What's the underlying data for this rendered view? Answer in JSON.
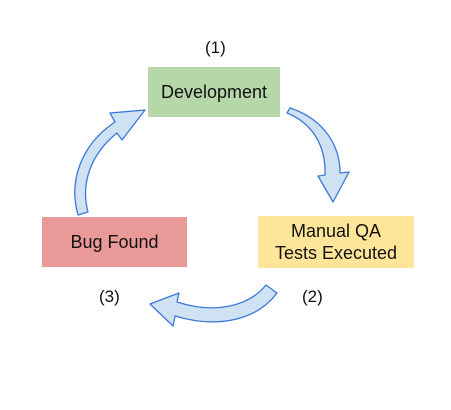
{
  "diagram": {
    "colors": {
      "development": "#b6d7a8",
      "qa": "#ffe599",
      "bug": "#ea9999",
      "arrow_fill": "#cfe2f3",
      "arrow_stroke": "#3c78d8"
    },
    "nodes": {
      "development": {
        "label": "Development"
      },
      "qa": {
        "line1": "Manual QA",
        "line2": "Tests Executed"
      },
      "bug": {
        "label": "Bug Found"
      }
    },
    "steps": {
      "one": "(1)",
      "two": "(2)",
      "three": "(3)"
    }
  }
}
